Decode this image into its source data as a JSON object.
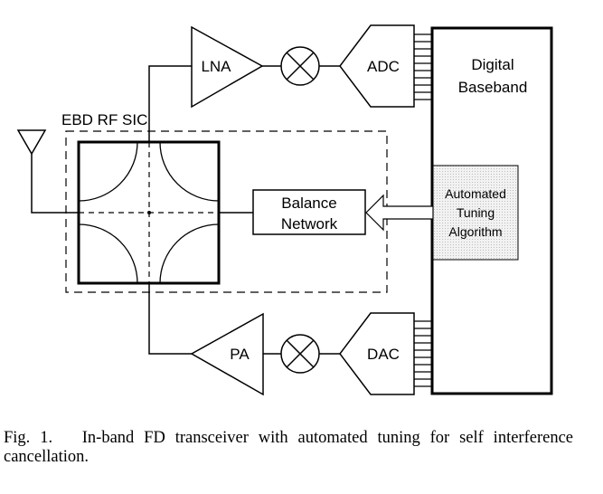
{
  "diagram": {
    "blocks": {
      "lna": "LNA",
      "adc": "ADC",
      "pa": "PA",
      "dac": "DAC",
      "digital_baseband_line1": "Digital",
      "digital_baseband_line2": "Baseband",
      "balance_network_line1": "Balance",
      "balance_network_line2": "Network",
      "tuning_line1": "Automated",
      "tuning_line2": "Tuning",
      "tuning_line3": "Algorithm",
      "ebd_label": "EBD RF SIC"
    },
    "colors": {
      "stroke": "#000000",
      "tuning_fill": "#eeeeee",
      "background": "#ffffff"
    }
  },
  "caption": {
    "prefix": "Fig. 1.",
    "text": "In-band FD transceiver with automated tuning for self interference cancellation."
  }
}
